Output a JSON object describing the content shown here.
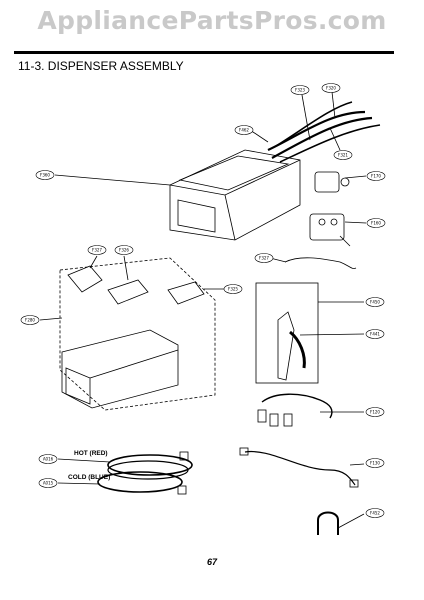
{
  "watermark": "AppliancePartsPros.com",
  "section_title": "11-3. DISPENSER ASSEMBLY",
  "page_number": "67",
  "hose_labels": {
    "hot": "HOT (RED)",
    "cold": "COLD (BLUE)"
  },
  "callouts": [
    {
      "id": "c-f323",
      "text": "F323"
    },
    {
      "id": "c-f320",
      "text": "F320"
    },
    {
      "id": "c-f462",
      "text": "F462"
    },
    {
      "id": "c-f321",
      "text": "F321"
    },
    {
      "id": "c-f360",
      "text": "F360"
    },
    {
      "id": "c-f170",
      "text": "F170"
    },
    {
      "id": "c-f160",
      "text": "F160"
    },
    {
      "id": "c-f327a",
      "text": "F327"
    },
    {
      "id": "c-f326",
      "text": "F326"
    },
    {
      "id": "c-f327b",
      "text": "F327"
    },
    {
      "id": "c-f325",
      "text": "F325"
    },
    {
      "id": "c-f450",
      "text": "F450"
    },
    {
      "id": "c-f280",
      "text": "F280"
    },
    {
      "id": "c-f441",
      "text": "F441"
    },
    {
      "id": "c-f120",
      "text": "F120"
    },
    {
      "id": "c-a016",
      "text": "A016"
    },
    {
      "id": "c-f130",
      "text": "F130"
    },
    {
      "id": "c-a015",
      "text": "A015"
    },
    {
      "id": "c-f452",
      "text": "F452"
    }
  ]
}
